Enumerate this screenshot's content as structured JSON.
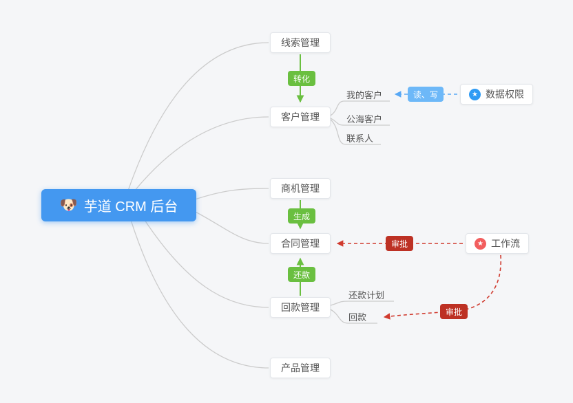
{
  "root": {
    "icon": "🐶",
    "label": "芋道 CRM 后台"
  },
  "nodes": [
    {
      "label": "线索管理"
    },
    {
      "label": "客户管理"
    },
    {
      "label": "商机管理"
    },
    {
      "label": "合同管理"
    },
    {
      "label": "回款管理"
    },
    {
      "label": "产品管理"
    }
  ],
  "customer_children": [
    {
      "label": "我的客户"
    },
    {
      "label": "公海客户"
    },
    {
      "label": "联系人"
    }
  ],
  "receivable_children": [
    {
      "label": "还款计划"
    },
    {
      "label": "回款"
    }
  ],
  "badges": {
    "convert": "转化",
    "generate": "生成",
    "repay": "还款",
    "read_write": "读、写",
    "approve_contract": "审批",
    "approve_receivable": "审批"
  },
  "side_nodes": {
    "data_permission": {
      "icon": "★",
      "label": "数据权限"
    },
    "workflow": {
      "icon": "★",
      "label": "工作流"
    }
  },
  "colors": {
    "bg": "#f5f6f8",
    "root-blue": "#4498f0",
    "badge-blue": "#6db8f8",
    "green": "#6abf40",
    "red": "#bd3124",
    "red-line": "#d03a2e",
    "blue-line": "#58a8f5",
    "line-gray": "#cccccc",
    "node-border": "#e3e6ea",
    "text": "#555555"
  }
}
